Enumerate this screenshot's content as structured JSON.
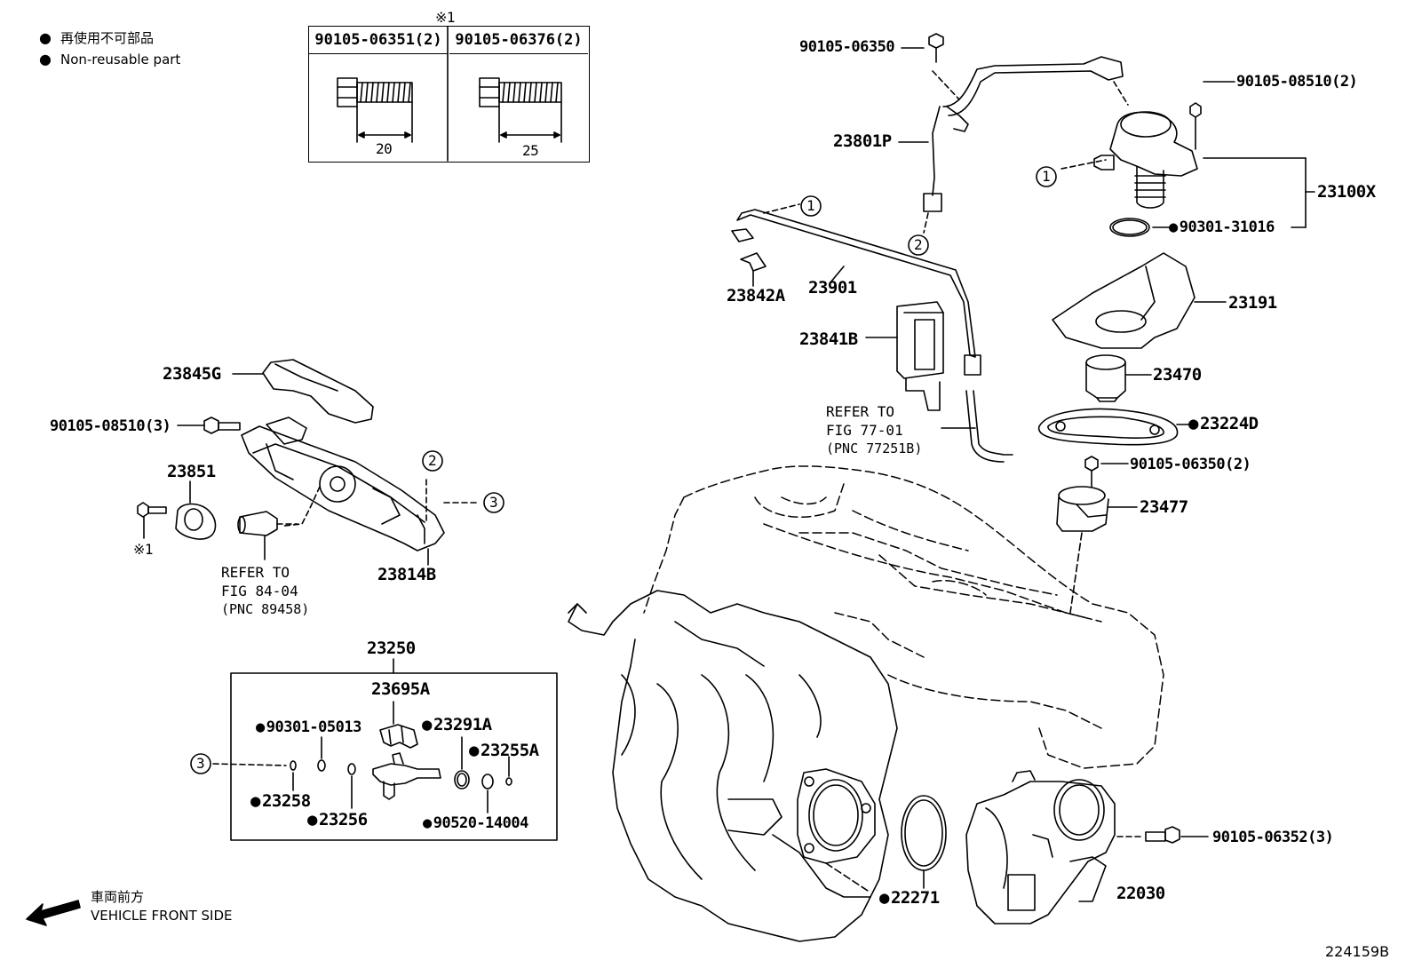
{
  "legend": {
    "line1": "再使用不可部品",
    "line2": "Non-reusable part"
  },
  "bolt_table": {
    "note_mark": "※1",
    "col1_header": "90105-06351(2)",
    "col2_header": "90105-06376(2)",
    "col1_length": "20",
    "col2_length": "25"
  },
  "parts": {
    "p90105_06350": "90105-06350",
    "p90105_08510_2": "90105-08510(2)",
    "p23801P": "23801P",
    "p23100X": "23100X",
    "p90301_31016": "90301-31016",
    "p23842A": "23842A",
    "p23901": "23901",
    "p23191": "23191",
    "p23841B": "23841B",
    "p23470": "23470",
    "p23224D": "23224D",
    "p90105_06350_2": "90105-06350(2)",
    "p23477": "23477",
    "p23845G": "23845G",
    "p90105_08510_3": "90105-08510(3)",
    "p23851": "23851",
    "p23814B": "23814B",
    "p23250": "23250",
    "p23695A": "23695A",
    "p90301_05013": "90301-05013",
    "p23291A": "23291A",
    "p23255A": "23255A",
    "p23258": "23258",
    "p23256": "23256",
    "p90520_14004": "90520-14004",
    "p22271": "22271",
    "p22030": "22030",
    "p90105_06352_3": "90105-06352(3)",
    "note_mark_small": "※1"
  },
  "refs": {
    "ref1_line1": "REFER TO",
    "ref1_line2": "FIG 77-01",
    "ref1_line3": "(PNC 77251B)",
    "ref2_line1": "REFER TO",
    "ref2_line2": "FIG 84-04",
    "ref2_line3": "(PNC 89458)"
  },
  "callouts": {
    "c1": "1",
    "c2": "2",
    "c3": "3"
  },
  "footer": {
    "direction_jp": "車両前方",
    "direction_en": "VEHICLE FRONT SIDE",
    "figure_id": "224159B"
  }
}
